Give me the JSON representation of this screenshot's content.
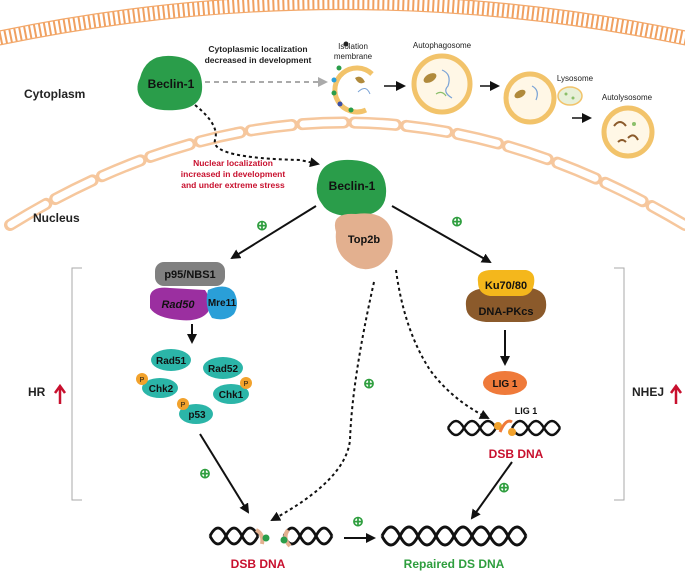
{
  "compartments": {
    "cytoplasm": "Cytoplasm",
    "nucleus": "Nucleus"
  },
  "autophagy": {
    "cyto_note_line1": "Cytoplasmic localization",
    "cyto_note_line2": "decreased in development",
    "isolation_line1": "Isolation",
    "isolation_line2": "membrane",
    "autophagosome": "Autophagosome",
    "lysosome": "Lysosome",
    "autolysosome": "Autolysosome"
  },
  "nuclear_note": {
    "line1": "Nuclear localization",
    "line2": "increased in development",
    "line3": "and under extreme stress"
  },
  "proteins": {
    "beclin_cyto": "Beclin-1",
    "beclin_nuc": "Beclin-1",
    "top2b": "Top2b",
    "p95": "p95/NBS1",
    "rad50": "Rad50",
    "mre11": "Mre11",
    "rad51": "Rad51",
    "rad52": "Rad52",
    "chk2": "Chk2",
    "chk1": "Chk1",
    "p53": "p53",
    "ku": "Ku70/80",
    "dnapkcs": "DNA-PKcs",
    "lig1": "LIG 1",
    "lig1_small": "LIG 1",
    "phospho": "P"
  },
  "pathways": {
    "hr": "HR",
    "nhej": "NHEJ",
    "plus": "⊕"
  },
  "dna": {
    "dsb_right": "DSB DNA",
    "dsb_bottom": "DSB DNA",
    "repaired": "Repaired DS DNA"
  },
  "colors": {
    "beclin": "#2a9d4a",
    "top2b": "#e3b08f",
    "p95": "#808080",
    "rad50": "#9b2fa0",
    "mre11": "#2a9fd8",
    "hr_proteins": "#2bb5a8",
    "phospho": "#f2a22c",
    "ku": "#f4b71c",
    "dnapkcs": "#8b5a2b",
    "lig1": "#ef7a3a",
    "membrane": "#f3a86a",
    "vesicle": "#f2d28a",
    "red_text": "#c8102e",
    "green_text": "#2e9e3e"
  }
}
